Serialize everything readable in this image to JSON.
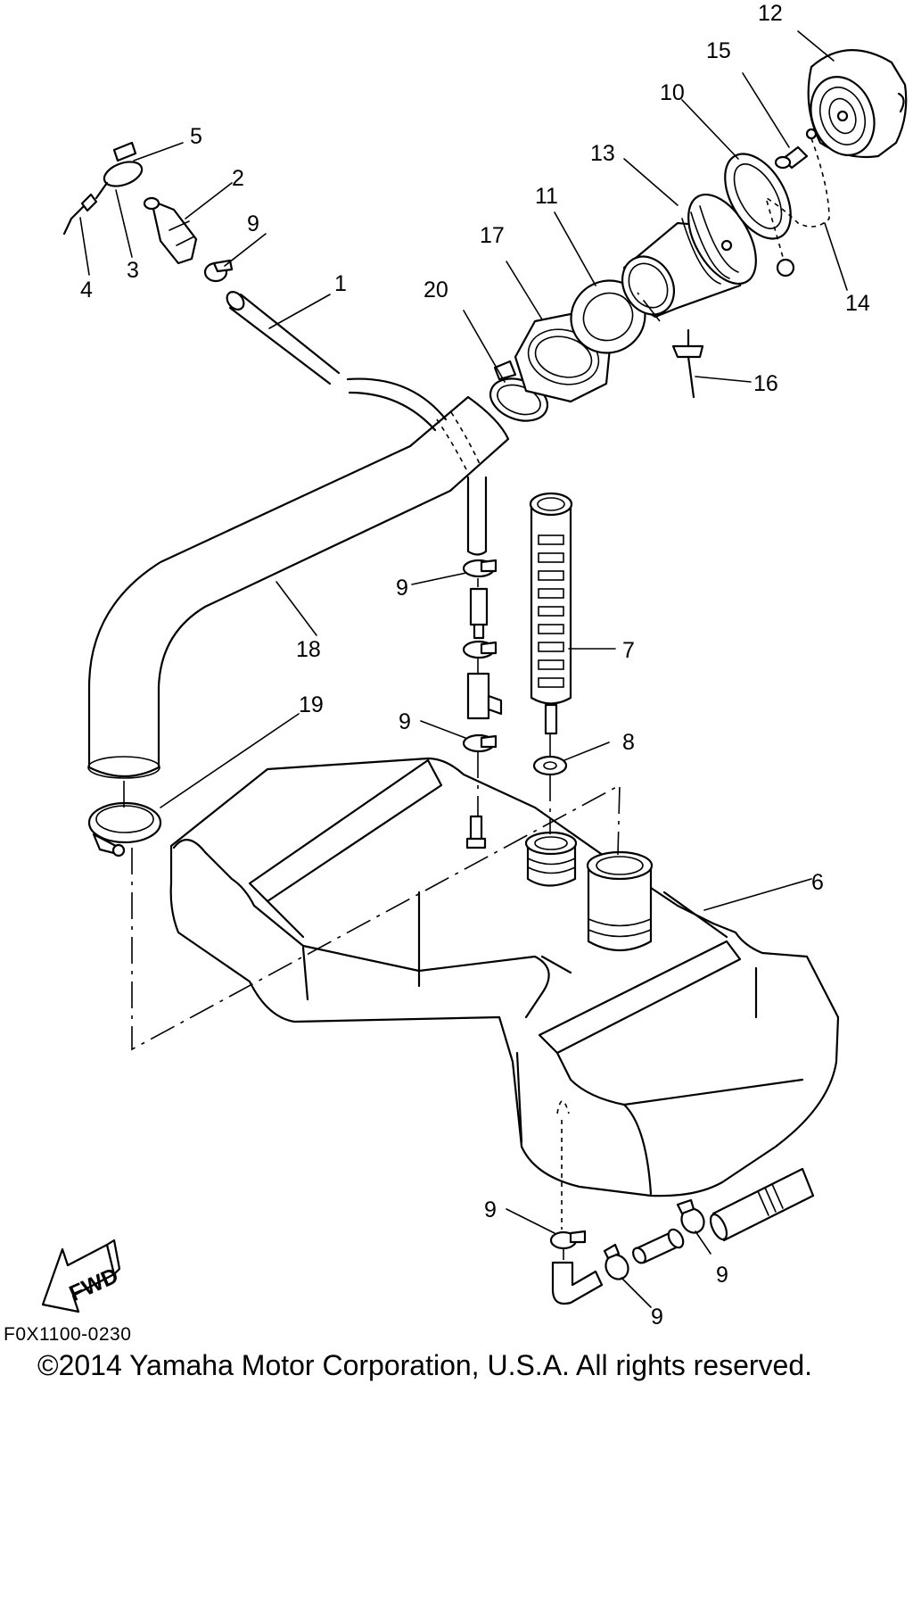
{
  "diagram": {
    "callouts": [
      "1",
      "2",
      "3",
      "4",
      "5",
      "6",
      "7",
      "8",
      "9",
      "10",
      "11",
      "12",
      "13",
      "14",
      "15",
      "16",
      "17",
      "18",
      "19",
      "20"
    ],
    "fwd_label": "FWD",
    "drawing_code": "F0X1100-0230",
    "copyright": "©2014 Yamaha Motor Corporation, U.S.A. All rights reserved."
  }
}
